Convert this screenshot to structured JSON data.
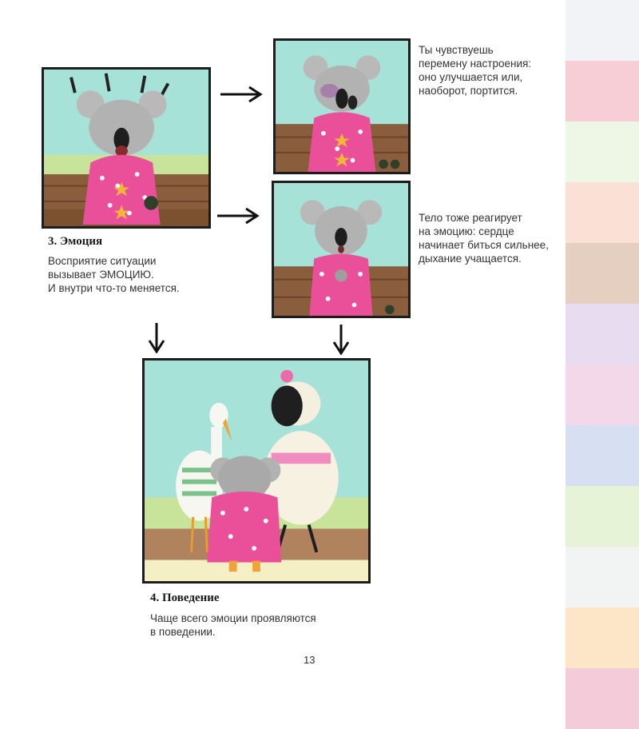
{
  "illustrations": {
    "emotion_panel": "koala-emotion-illustration",
    "mood_panel": "koala-mood-illustration",
    "body_panel": "koala-body-illustration",
    "behavior_panel": "koala-behavior-illustration"
  },
  "section_3": {
    "heading": "3. Эмоция",
    "line1": "Восприятие ситуации",
    "line2": "вызывает ЭМОЦИЮ.",
    "line3": "И внутри что-то меняется."
  },
  "mood_text": {
    "line1": "Ты чувствуешь",
    "line2": "перемену настроения:",
    "line3": "оно улучшается или,",
    "line4": "наоборот, портится."
  },
  "body_text": {
    "line1": "Тело тоже реагирует",
    "line2": "на эмоцию: сердце",
    "line3": "начинает биться сильнее,",
    "line4": "дыхание учащается."
  },
  "section_4": {
    "heading": "4. Поведение",
    "line1": "Чаще всего эмоции проявляются",
    "line2": "в поведении."
  },
  "page_number": "13",
  "stripe_colors": [
    "#f1f3f6",
    "#f7cdd6",
    "#eef6e6",
    "#fbe0d6",
    "#e5cfc1",
    "#e7dcf0",
    "#f3d8ea",
    "#d7e0f3",
    "#e7f3d6",
    "#f1f4f3",
    "#fde5c7",
    "#f3cbd9"
  ]
}
